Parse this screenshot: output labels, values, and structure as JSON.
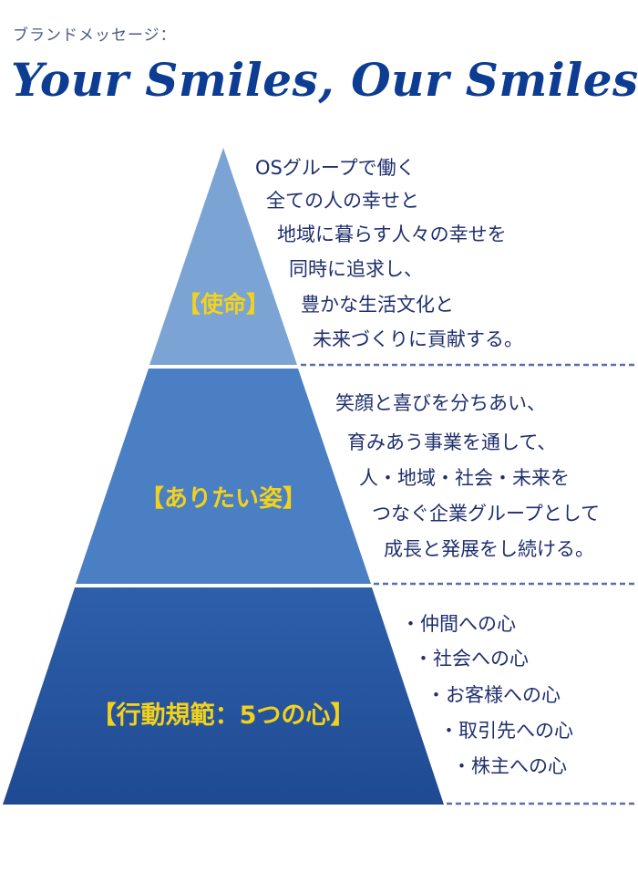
{
  "header": {
    "eyebrow": "ブランドメッセージ：",
    "headline": "Your Smiles, Our Smiles."
  },
  "pyramid": {
    "tiers": [
      {
        "label": "【使命】",
        "lines": [
          "OSグループで働く",
          "全ての人の幸せと",
          "地域に暮らす人々の幸せを",
          "同時に追求し、",
          "豊かな生活文化と",
          "未来づくりに貢献する。"
        ]
      },
      {
        "label": "【ありたい姿】",
        "lines": [
          "笑顔と喜びを分ちあい、",
          "育みあう事業を通して、",
          "人・地域・社会・未来を",
          "つなぐ企業グループとして",
          "成長と発展をし続ける。"
        ]
      },
      {
        "label": "【行動規範：5つの心】",
        "lines": [
          "・仲間への心",
          "・社会への心",
          "・お客様への心",
          "・取引先への心",
          "・株主への心"
        ]
      }
    ]
  },
  "colors": {
    "headline": "#0d3c93",
    "tier_top": "#7ba4d4",
    "tier_middle": "#4a7fc3",
    "tier_bottom": "#2c5aa6",
    "label": "#f3d21b",
    "text": "#1f2f6e",
    "dashed_rule": "#5a6fa8"
  }
}
